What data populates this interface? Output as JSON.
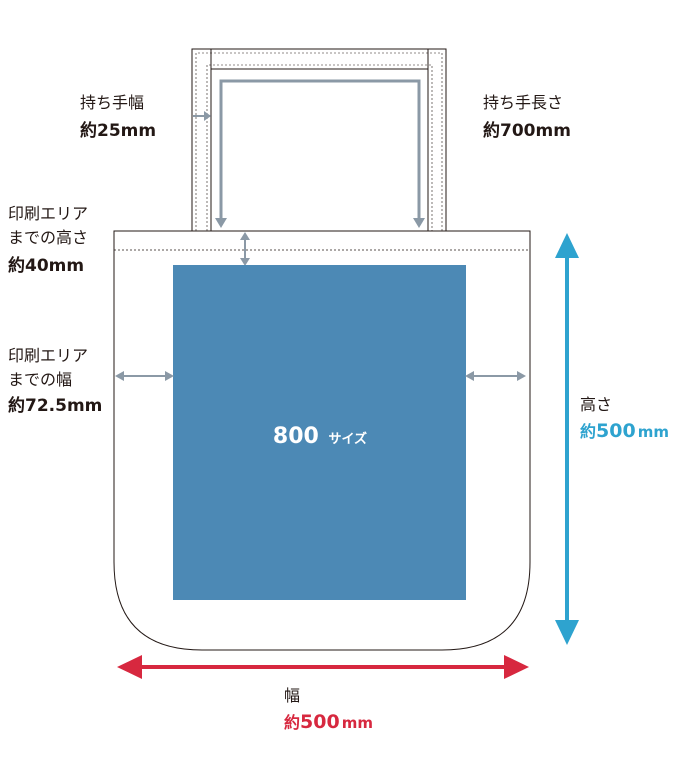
{
  "print_area": {
    "size_number": "800",
    "size_word": "サイズ"
  },
  "labels": {
    "handle_width": {
      "title": "持ち手幅",
      "value": "約25mm"
    },
    "handle_length": {
      "title": "持ち手長さ",
      "value": "約700mm"
    },
    "print_top": {
      "line1": "印刷エリア",
      "line2": "までの高さ",
      "value": "約40mm"
    },
    "print_side": {
      "line1": "印刷エリア",
      "line2": "までの幅",
      "value": "約72.5mm"
    },
    "height": {
      "title": "高さ",
      "prefix": "約",
      "number": "500",
      "unit": "mm"
    },
    "width": {
      "title": "幅",
      "prefix": "約",
      "number": "500",
      "unit": "mm"
    }
  },
  "colors": {
    "print_area": "#4c89b5",
    "height_arrow": "#2ea3cf",
    "width_arrow": "#d7283f",
    "dimension_gray": "#8b99a6",
    "outline": "#231815"
  }
}
